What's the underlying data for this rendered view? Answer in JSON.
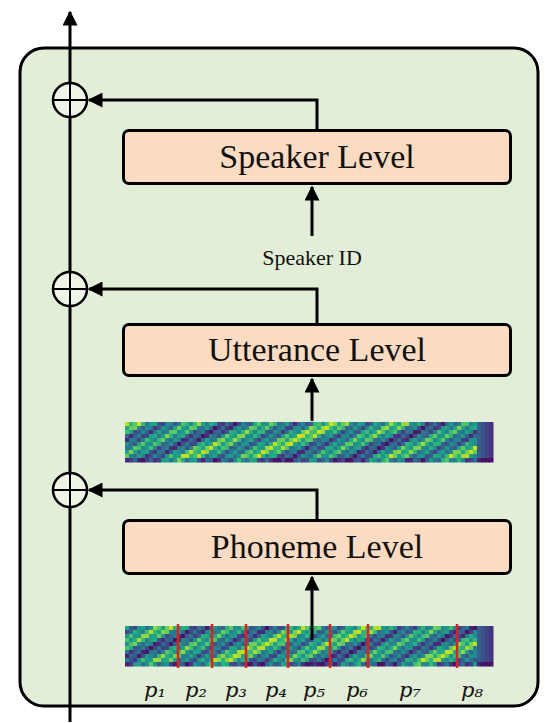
{
  "diagram": {
    "nodes": [
      {
        "text": [
          "Speaker Level"
        ]
      },
      {
        "text": [
          "Utterance Level"
        ]
      },
      {
        "text": [
          "Phoneme Level"
        ]
      }
    ],
    "labels": [
      "Speaker ID",
      "p₁",
      "p₂",
      "p₃",
      "p₄",
      "p₅",
      "p₆",
      "p₇",
      "p₈"
    ]
  }
}
